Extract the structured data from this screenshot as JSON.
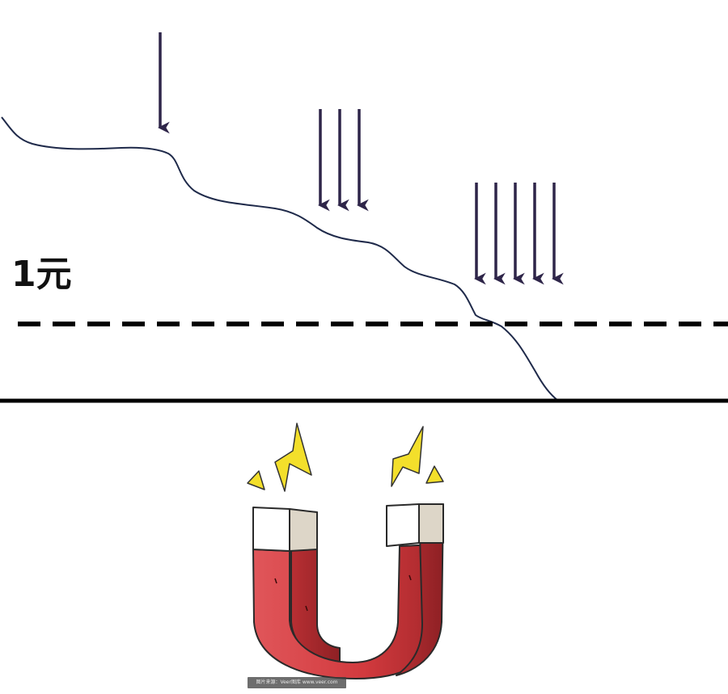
{
  "diagram": {
    "price_line_label": "1元",
    "arrow_groups": [
      {
        "count": 1
      },
      {
        "count": 3
      },
      {
        "count": 5
      }
    ],
    "colors": {
      "arrow": "#2e2549",
      "curve": "#1f2a4a",
      "baseline": "#000000",
      "dashed_line": "#000000",
      "magnet_red": "#d23a3e",
      "magnet_pole": "#ffffff",
      "spark": "#f3df2b"
    },
    "icons": [
      "down-arrow-icon",
      "horseshoe-magnet-icon",
      "lightning-spark-icon"
    ]
  },
  "watermark": {
    "text": "图片来源：Veer图库 www.veer.com"
  }
}
